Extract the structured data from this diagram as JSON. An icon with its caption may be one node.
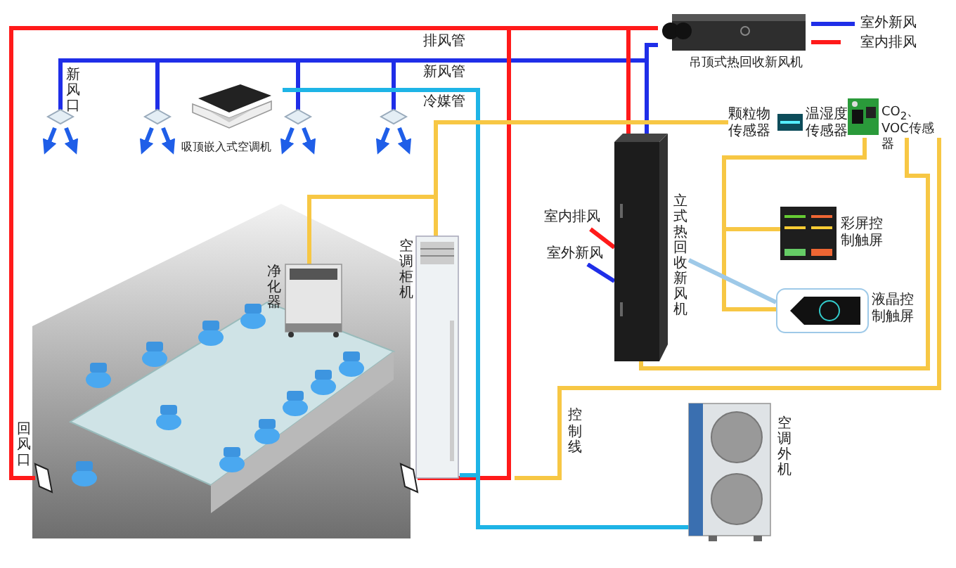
{
  "diagram": {
    "nodes": [
      {
        "text": [
          "吸顶嵌入式空调机"
        ]
      },
      {
        "text": [
          "吊顶式热回收新风机"
        ]
      },
      {
        "text": [
          "立式热回收新风机"
        ]
      },
      {
        "text": [
          "颗粒物传感器"
        ]
      },
      {
        "text": [
          "温湿度传感器"
        ]
      },
      {
        "text": [
          "CO$_{2}$、VOC传感器"
        ]
      },
      {
        "text": [
          "彩屏控制触屏"
        ]
      },
      {
        "text": [
          "液晶控制触屏"
        ]
      },
      {
        "text": [
          "净化器"
        ]
      },
      {
        "text": [
          "空调柜机"
        ]
      },
      {
        "text": [
          "空调外机"
        ]
      },
      {
        "text": [],
        "shape": "diamond"
      },
      {
        "text": [],
        "shape": "diamond"
      },
      {
        "text": [],
        "shape": "diamond"
      },
      {
        "text": [],
        "shape": "diamond"
      },
      {
        "text": [],
        "shape": "box"
      },
      {
        "text": [],
        "shape": "box"
      }
    ],
    "edges": [
      {
        "from": 1,
        "to": 11,
        "arrow": "none"
      },
      {
        "from": 1,
        "to": 12,
        "arrow": "none"
      },
      {
        "from": 1,
        "to": 13,
        "arrow": "none"
      },
      {
        "from": 1,
        "to": 14,
        "arrow": "none",
        "label": "新风管"
      },
      {
        "from": 1,
        "to": 15,
        "arrow": "none",
        "color": "#ff1a1a",
        "label": "排风管"
      },
      {
        "from": 1,
        "to": 16,
        "arrow": "none",
        "color": "#ff1a1a"
      },
      {
        "from": 1,
        "to": 2,
        "arrow": "none",
        "color": "#ff1a1a"
      },
      {
        "from": 1,
        "to": 2,
        "arrow": "none"
      },
      {
        "from": 0,
        "to": 10,
        "arrow": "none",
        "color": "#1eb4e6",
        "label": "冷媒管"
      },
      {
        "from": 9,
        "to": 10,
        "arrow": "none",
        "color": "#1eb4e6"
      },
      {
        "from": 1,
        "to": null,
        "arrow": "none",
        "label": "室外新风"
      },
      {
        "from": 1,
        "to": null,
        "arrow": "none",
        "color": "#ff1a1a",
        "label": "室内排风"
      },
      {
        "from": null,
        "to": 2,
        "arrow": "none",
        "color": "#ff1a1a",
        "label": "室内排风"
      },
      {
        "from": null,
        "to": 2,
        "arrow": "none",
        "label": "室外新风"
      },
      {
        "from": 3,
        "to": 8,
        "arrow": "none",
        "color": "#f7c744"
      },
      {
        "from": 3,
        "to": 9,
        "arrow": "none",
        "color": "#f7c744"
      },
      {
        "from": 5,
        "to": 6,
        "arrow": "none",
        "color": "#f7c744"
      },
      {
        "from": 5,
        "to": 7,
        "arrow": "none",
        "color": "#f7c744"
      },
      {
        "from": 5,
        "to": 2,
        "arrow": "none",
        "color": "#f7c744"
      },
      {
        "from": 5,
        "to": null,
        "arrow": "none",
        "color": "#f7c744",
        "label": "控制线"
      },
      {
        "from": 2,
        "to": 7,
        "arrow": "none",
        "color": "#9ec9e8"
      }
    ],
    "labels": [
      "新风口",
      "回风口"
    ]
  }
}
